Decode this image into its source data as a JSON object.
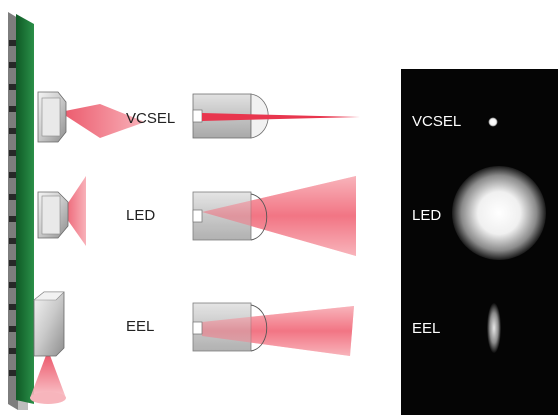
{
  "labels": {
    "emitters": [
      "VCSEL",
      "LED",
      "EEL"
    ],
    "spots": [
      "VCSEL",
      "LED",
      "EEL"
    ]
  },
  "colors": {
    "board_green": "#1e7a3a",
    "beam_pink": "#f05a6a",
    "panel_black": "#050505",
    "housing_gray": "#c8c8c8"
  }
}
